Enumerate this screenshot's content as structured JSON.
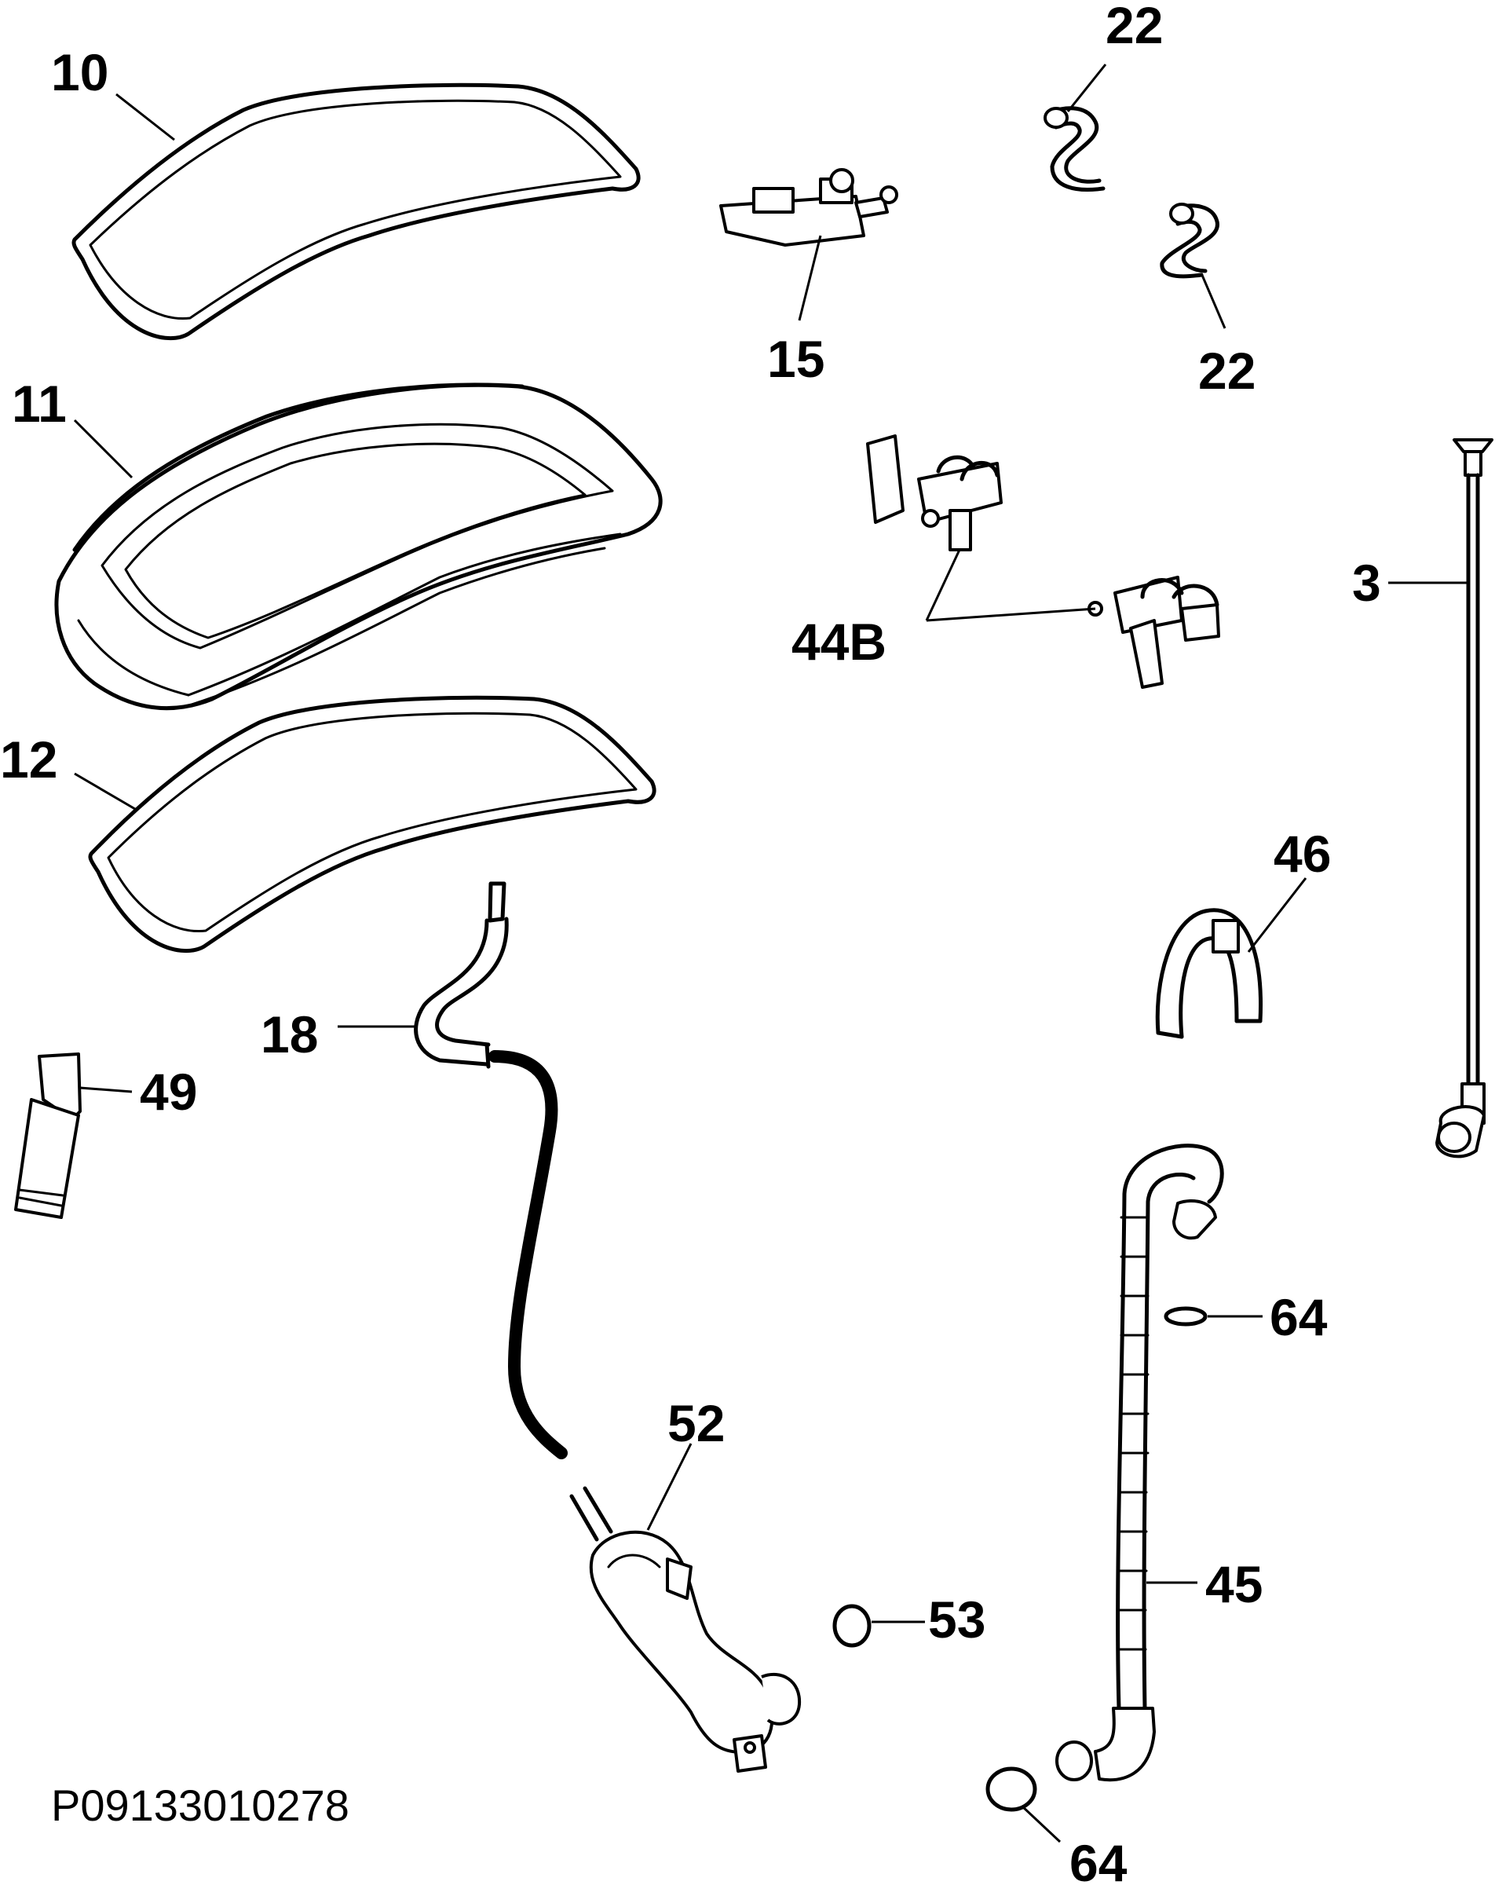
{
  "callouts": {
    "c10": "10",
    "c11": "11",
    "c12": "12",
    "c15": "15",
    "c22a": "22",
    "c22b": "22",
    "c3": "3",
    "c44b": "44B",
    "c46": "46",
    "c18": "18",
    "c49": "49",
    "c64a": "64",
    "c52": "52",
    "c45": "45",
    "c53": "53",
    "c64b": "64"
  },
  "drawing_id": "P09133010278"
}
